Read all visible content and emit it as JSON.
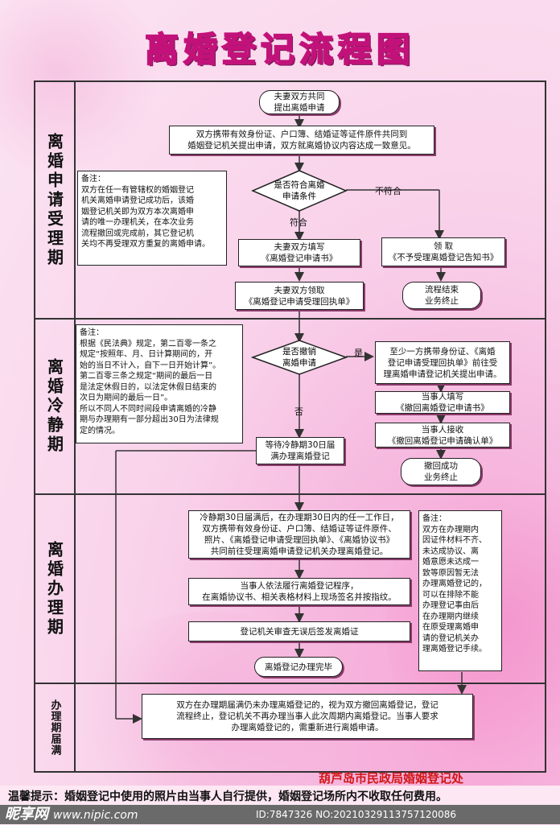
{
  "title": "离婚登记流程图",
  "phases": {
    "p1": "离婚申请受理期",
    "p2": "离婚冷静期",
    "p3": "离婚办理期",
    "p4": "办理期届满"
  },
  "nodes": {
    "start": "夫妻双方共同\n提出离婚申请",
    "submit": "双方携带有效身份证、户口簿、结婚证等证件原件共同到\n婚姻登记机关提出申请，双方就离婚协议内容达成一致意见。",
    "cond1": "是否符合离婚\n申请条件",
    "no_match": "不符合",
    "match": "符合",
    "fill_form": "夫妻双方填写\n《离婚登记申请书》",
    "receive_notice": "领  取\n《不予受理离婚登记告知书》",
    "get_receipt": "夫妻双方领取\n《离婚登记申请受理回执单》",
    "end1": "流程结束\n业务终止",
    "cond2": "是否撤销\n离婚申请",
    "yes": "是",
    "no": "否",
    "withdraw_apply": "至少一方携带身份证、《离婚\n登记申请受理回执单》前往受\n理离婚申请登记机关提出申请。",
    "withdraw_fill": "当事人填写\n《撤回离婚登记申请书》",
    "withdraw_confirm": "当事人接收\n《撤回离婚登记申请确认单》",
    "withdraw_done": "撤回成功\n业务终止",
    "wait": "等待冷静期30日届\n满办理离婚登记",
    "handle": "冷静期30日届满后，在办理期30日内的任一工作日，\n双方携带有效身份证、户口簿、结婚证等证件原件、\n照片、《离婚登记申请受理回执单》、《离婚协议书》\n共同前往受理离婚申请登记机关办理离婚登记。",
    "procedure": "当事人依法履行离婚登记程序，\n在离婚协议书、相关表格材料上现场签名并按指纹。",
    "issue": "登记机关审查无误后签发离婚证",
    "done": "离婚登记办理完毕",
    "expire": "双方在办理期届满仍未办理离婚登记的，视为双方撤回离婚登记，登记\n流程终止，登记机关不再办理当事人此次周期内离婚登记。当事人要求\n办理离婚登记的，需重新进行离婚申请。"
  },
  "notes": {
    "n1": "备注：\n双方在任一有管辖权的婚姻登记\n机关离婚申请登记成功后，该婚\n姻登记机关即为双方本次离婚申\n请的唯一办理机关，在本次业务\n流程撤回或完成前，其它登记机\n关均不再受理双方重复的离婚申请。",
    "n2": "备注：\n根据《民法典》规定，第二百零一条之\n规定“按照年、月、日计算期间的，开\n始的当日不计入，自下一日开始计算”。\n第二百零三条之规定“期间的最后一日\n是法定休假日的，以法定休假日结束的\n次日为期间的最后一日”。\n所以不同人不同时间段申请离婚的冷静\n期与办理期有一部分超出30日为法律规\n定的情况。",
    "n3": "备注：\n双方在办理期内\n因证件材料不齐、\n未达成协议、离\n婚意愿未达成一\n致等原因暂无法\n办理离婚登记的，\n可以在排除不能\n办理登记事由后\n在办理期内继续\n在原受理离婚申\n请的登记机关办\n理离婚登记手续。"
  },
  "footer": {
    "org": "葫芦岛市民政局婚姻登记处",
    "tip": "温馨提示：婚姻登记中使用的照片由当事人自行提供，婚姻登记场所内不收取任何费用。",
    "wm_logo": "昵享网",
    "wm_url": "www.nipic.com",
    "wm_code": "ID:7847326 NO:20210329113757120086"
  },
  "colors": {
    "accent": "#c2127a",
    "org": "#d01818",
    "line": "#333333"
  }
}
